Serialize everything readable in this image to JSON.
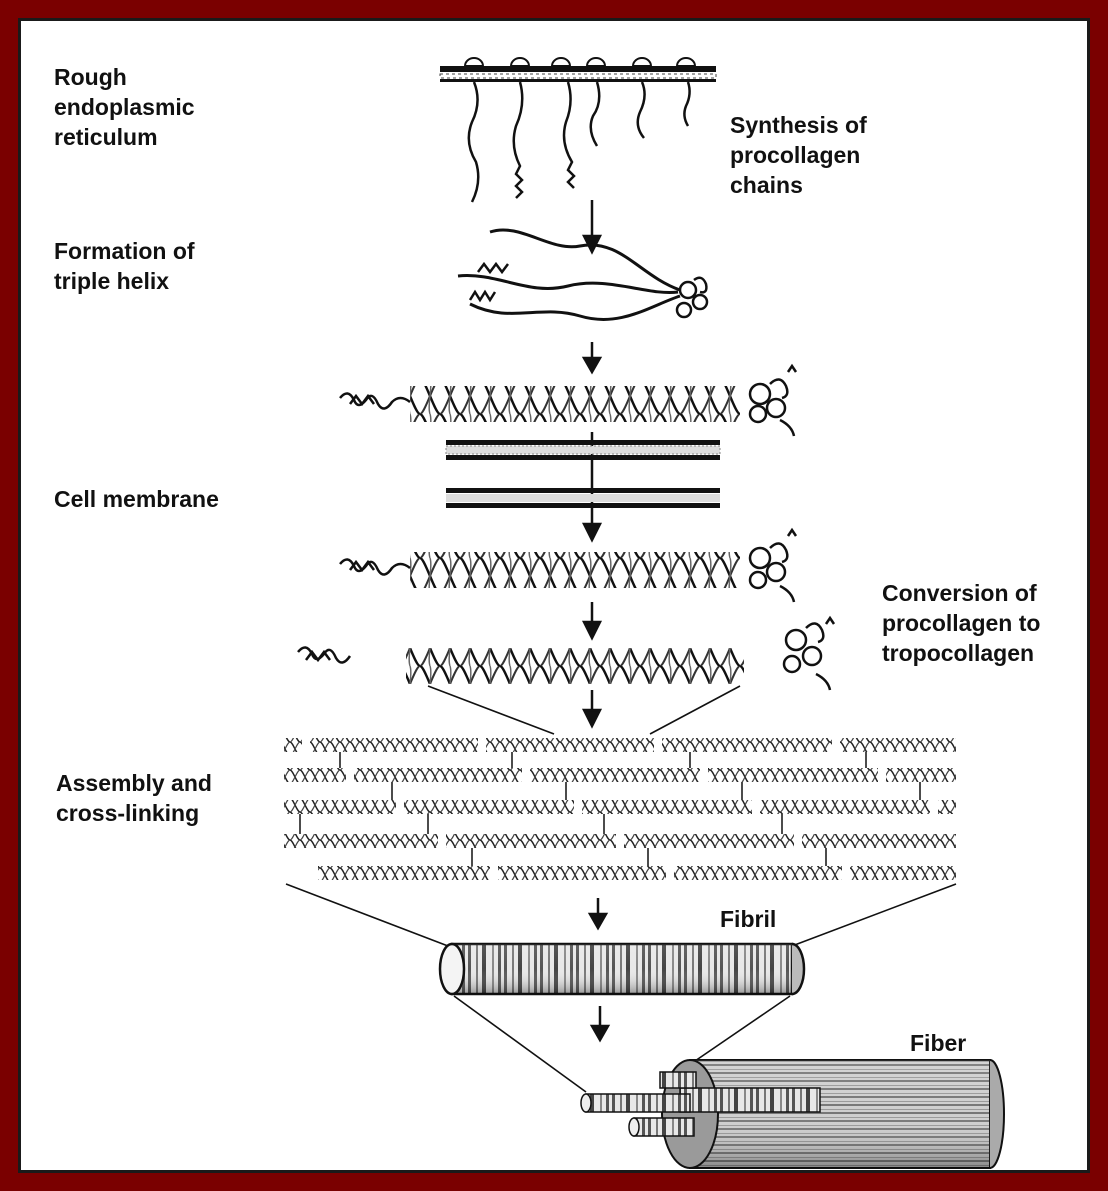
{
  "labels": {
    "rough_er": "Rough\nendoplasmic\nreticulum",
    "synthesis": "Synthesis of\nprocollagen\nchains",
    "triple_helix": "Formation of\ntriple helix",
    "cell_membrane": "Cell membrane",
    "conversion": "Conversion of\nprocollagen to\ntropocollagen",
    "assembly": "Assembly and\ncross-linking",
    "fibril": "Fibril",
    "fiber": "Fiber"
  },
  "colors": {
    "frame": "#7a0000",
    "ink": "#111111",
    "background": "#ffffff"
  }
}
